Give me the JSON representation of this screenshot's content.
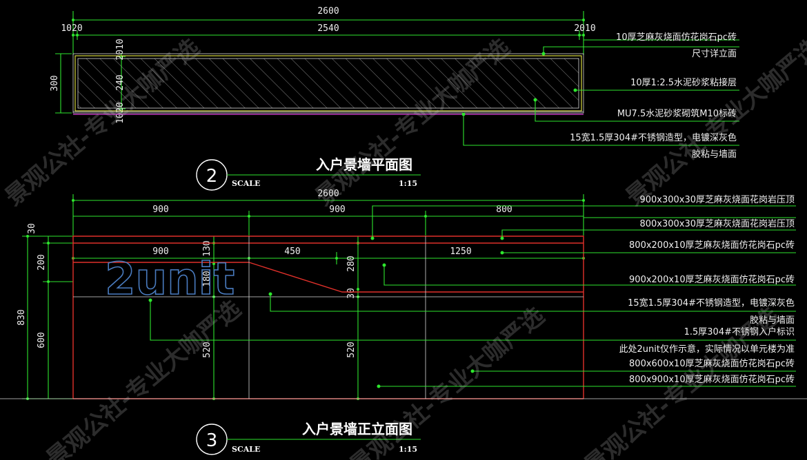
{
  "plan": {
    "dims_top": {
      "total": "2600",
      "left": "1020",
      "mid": "2540",
      "right": "2010"
    },
    "dims_left": {
      "d300": "300",
      "d2010": "2010",
      "d240": "240",
      "d1020": "1020"
    },
    "notes": [
      "10厚芝麻灰烧面仿花岗石pc砖",
      "尺寸详立面",
      "10厚1:2.5水泥砂浆粘接层",
      "MU7.5水泥砂浆砌筑M10标砖",
      "15宽1.5厚304#不锈钢造型，电镀深灰色",
      "胶粘与墙面"
    ],
    "title": "入户景墙平面图",
    "number": "2",
    "scale_label": "SCALE",
    "scale_value": "1:15"
  },
  "elev": {
    "dims_top": {
      "total": "2600",
      "a": "900",
      "b": "900",
      "c": "800"
    },
    "dims_second": {
      "a": "900",
      "b": "450",
      "c": "1250"
    },
    "dims_left": {
      "d30": "30",
      "d200": "200",
      "d830": "830",
      "d600": "600"
    },
    "dims_inner": {
      "d130": "130",
      "d180": "180",
      "d280": "280",
      "d30": "30",
      "d520a": "520",
      "d520b": "520"
    },
    "notes": [
      "900x300x30厚芝麻灰烧面花岗岩压顶",
      "800x300x30厚芝麻灰烧面花岗岩压顶",
      "800x200x10厚芝麻灰烧面仿花岗石pc砖",
      "900x200x10厚芝麻灰烧面仿花岗石pc砖",
      "15宽1.5厚304#不锈钢造型，电镀深灰色",
      "胶粘与墙面",
      "1.5厚304#不锈钢入户标识",
      "此处2unit仅作示意，实际情况以单元楼为准",
      "800x600x10厚芝麻灰烧面仿花岗石pc砖",
      "800x900x10厚芝麻灰烧面仿花岗石pc砖"
    ],
    "logo": "2unit",
    "title": "入户景墙正立面图",
    "number": "3",
    "scale_label": "SCALE",
    "scale_value": "1:15"
  },
  "watermark": "景观公社-专业大咖严选",
  "colors": {
    "green": "#2ee62e",
    "red": "#e0302a",
    "yellow": "#d8d840",
    "magenta": "#e040e0",
    "background": "#000000"
  }
}
